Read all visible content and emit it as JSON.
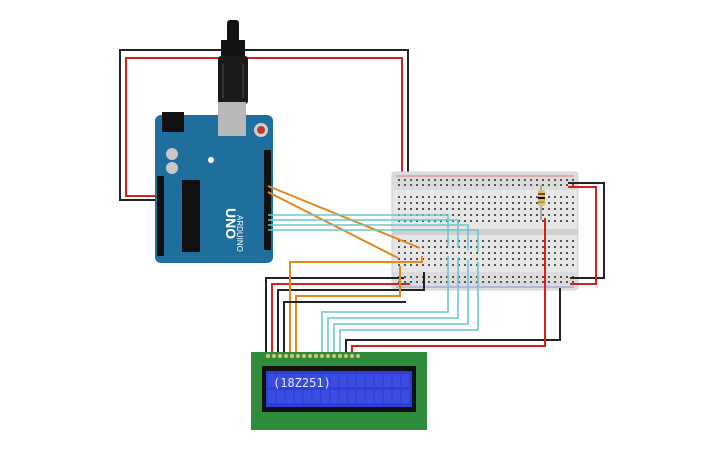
{
  "lcd": {
    "text": "(18Z251)"
  },
  "arduino": {
    "brand_label": "ARDUINO",
    "model_label": "UNO"
  },
  "colors": {
    "arduino_board": "#1f6f9e",
    "breadboard": "#e6e6e6",
    "lcd_board": "#2f8c3a",
    "lcd_screen": "#2e3fd6",
    "wire_red": "#d62020",
    "wire_black": "#222222",
    "wire_orange": "#e3891a",
    "wire_cyan": "#6cc7cf"
  },
  "icons": {
    "usb": "usb-connector-icon",
    "resistor": "resistor-icon"
  }
}
